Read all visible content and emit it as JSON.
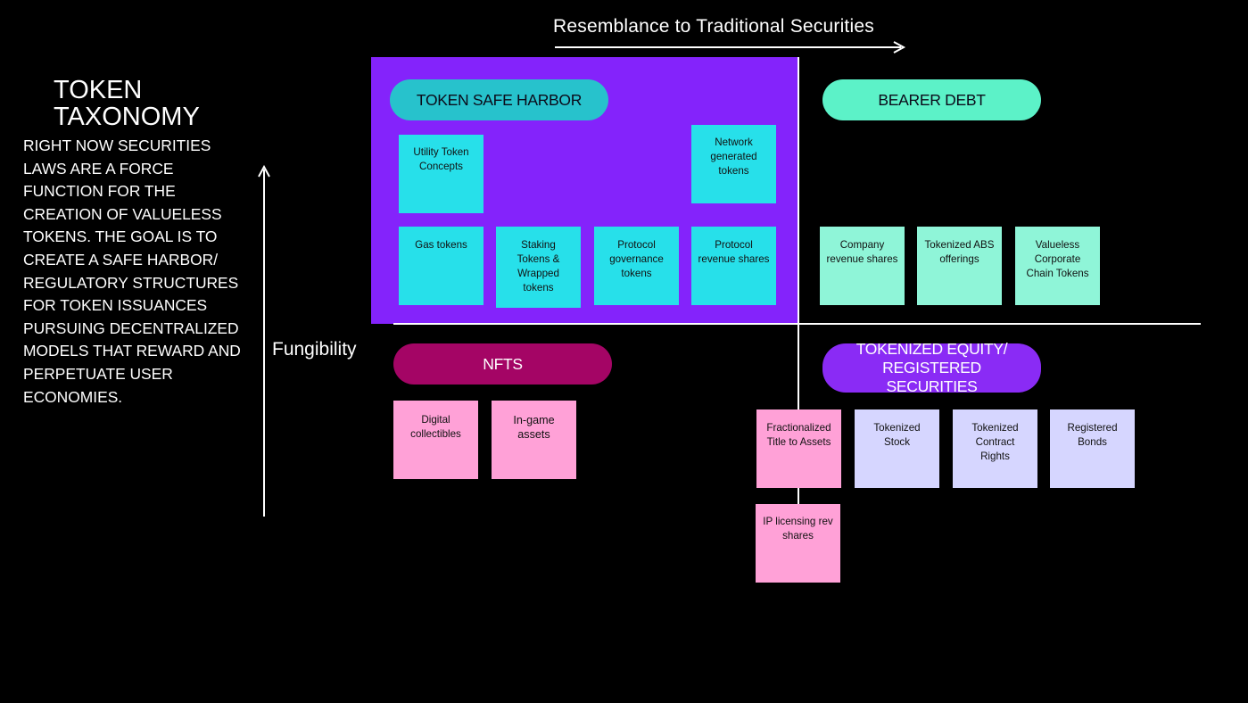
{
  "x_axis": {
    "label": "Resemblance to Traditional Securities"
  },
  "y_axis": {
    "label": "Fungibility"
  },
  "sidebar": {
    "title": "TOKEN\nTAXONOMY",
    "body": "RIGHT NOW SECURITIES LAWS ARE A FORCE FUNCTION FOR THE CREATION OF VALUELESS TOKENS. THE GOAL IS TO CREATE A SAFE HARBOR/ REGULATORY STRUCTURES FOR TOKEN ISSUANCES PURSUING DECENTRALIZED MODELS THAT REWARD AND PERPETUATE USER ECONOMIES."
  },
  "colors": {
    "background": "#000000",
    "safe_harbor_area": "#8423fb",
    "safe_harbor_pill": "#27c2cc",
    "safe_harbor_note": "#27e0ea",
    "bearer_debt_pill": "#5cf2c8",
    "bearer_debt_note": "#8ff5d8",
    "nfts_pill": "#a40565",
    "nfts_note": "#ffa1d7",
    "equity_pill": "#8a2bf5",
    "equity_note": "#d6d6ff",
    "equity_note_pink": "#ffa1d7"
  },
  "quadrants": {
    "safe_harbor": {
      "label": "TOKEN SAFE HARBOR",
      "notes": [
        "Utility Token Concepts",
        "Network generated tokens",
        "Gas tokens",
        "Staking Tokens & Wrapped tokens",
        "Protocol governance tokens",
        "Protocol revenue shares"
      ]
    },
    "bearer_debt": {
      "label": "BEARER DEBT",
      "notes": [
        "Company revenue shares",
        "Tokenized ABS offerings",
        "Valueless Corporate Chain Tokens"
      ]
    },
    "nfts": {
      "label": "NFTS",
      "notes": [
        "Digital collectibles",
        "In-game assets"
      ]
    },
    "equity": {
      "label": "TOKENIZED EQUITY/ REGISTERED SECURITIES",
      "notes": [
        "Fractionalized Title to Assets",
        "Tokenized Stock",
        "Tokenized Contract Rights",
        "Registered Bonds",
        "IP licensing rev shares"
      ]
    }
  }
}
